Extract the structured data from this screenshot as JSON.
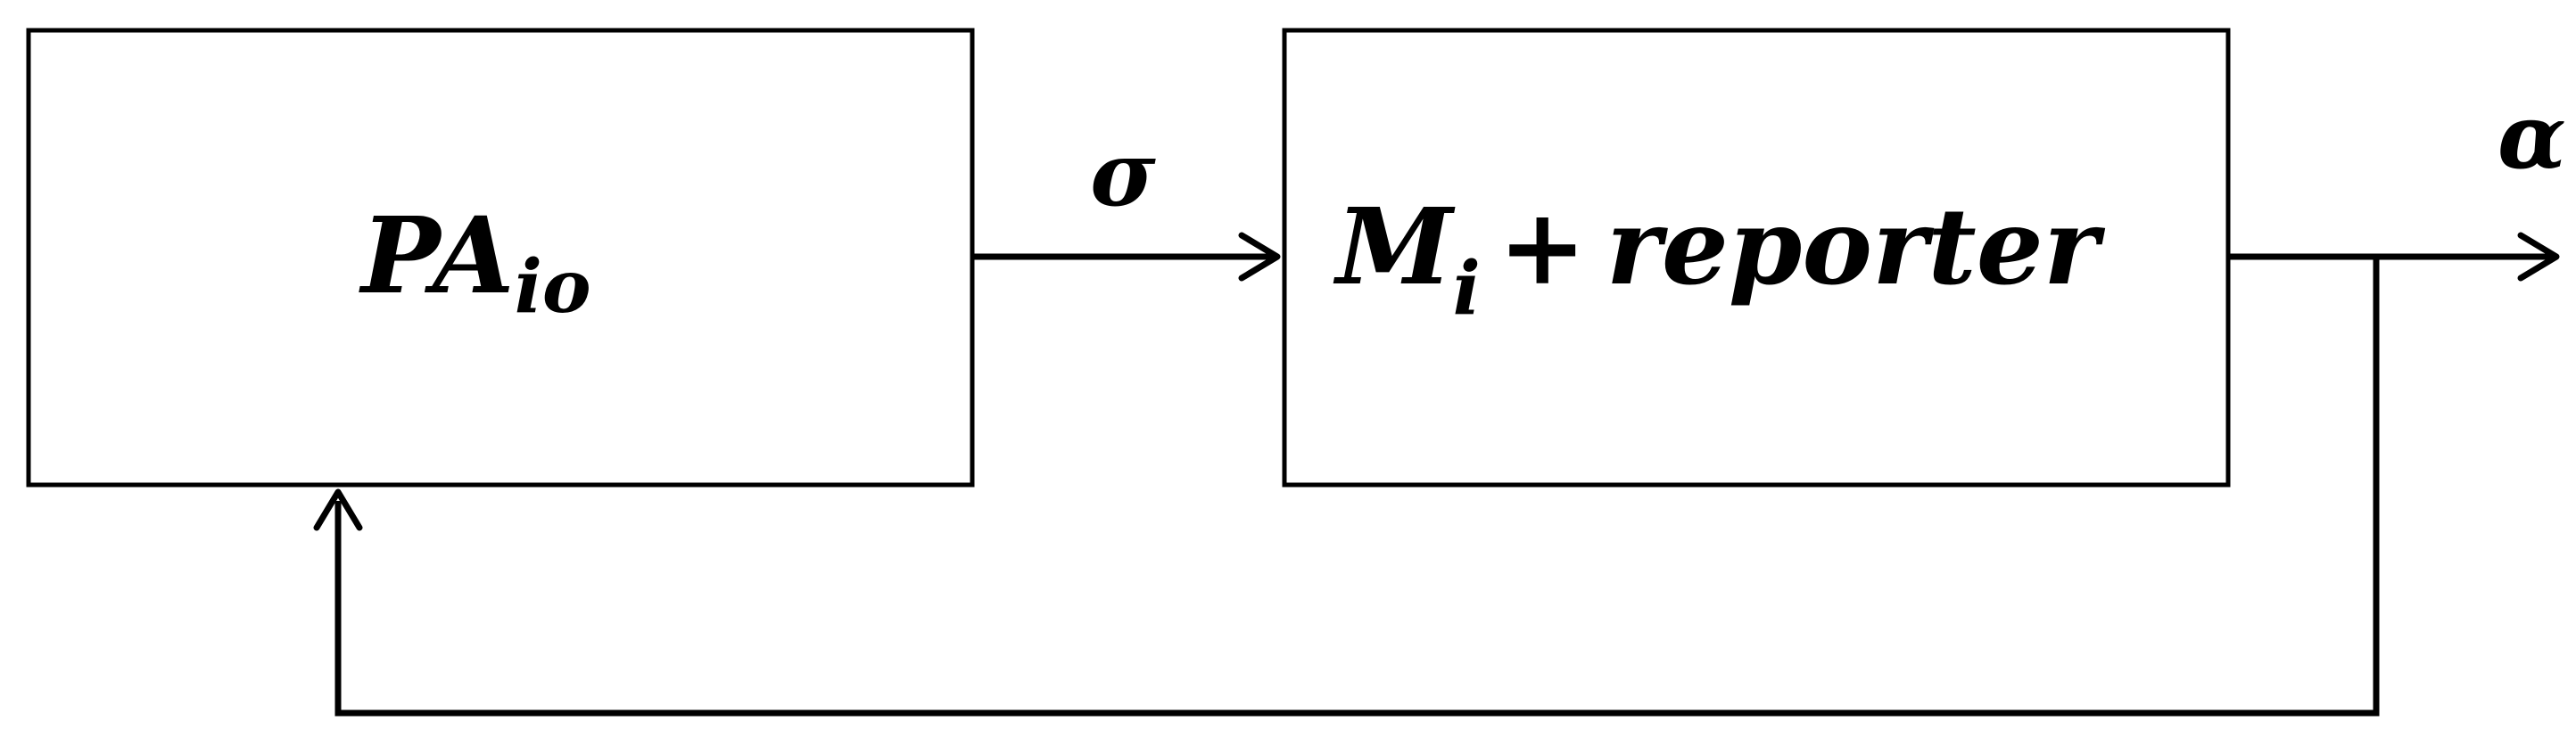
{
  "blocks": {
    "left": {
      "main": "PA",
      "subscript": "io"
    },
    "right": {
      "main": "M",
      "subscript": "i",
      "operator": "+",
      "suffix": "reporter"
    }
  },
  "signals": {
    "forward": "σ",
    "output": "α"
  }
}
